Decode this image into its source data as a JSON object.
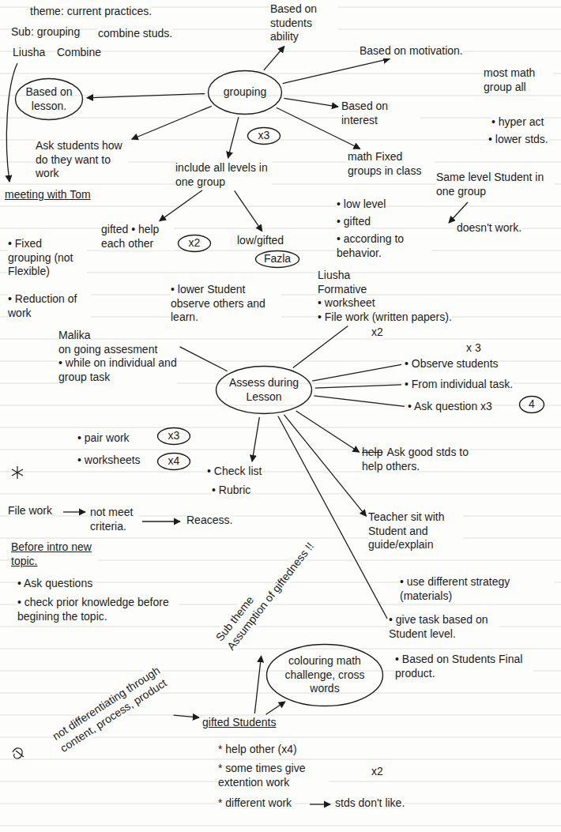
{
  "diagram": {
    "title": "theme: current practices.",
    "nodes": [
      {
        "text": [
          "grouping"
        ]
      },
      {
        "text": [
          "Based on students ability"
        ]
      },
      {
        "text": [
          "Based on motivation."
        ]
      },
      {
        "text": [
          "Based on interest"
        ]
      },
      {
        "text": [
          "math Fixed groups in class"
        ]
      },
      {
        "text": [
          "include all levels in one group"
        ]
      },
      {
        "text": [
          "Ask students how do they want to work"
        ]
      },
      {
        "text": [
          "Based on lesson."
        ]
      },
      {
        "text": [
          "x3"
        ]
      },
      {
        "text": [
          "gifted • help each other"
        ]
      },
      {
        "text": [
          "x2"
        ]
      },
      {
        "text": [
          "low/gifted"
        ]
      },
      {
        "text": [
          "Fazla"
        ]
      },
      {
        "text": [
          "Assess during Lesson"
        ]
      },
      {
        "text": [
          "Liusha",
          "Formative",
          "• worksheet",
          "• File work (written papers)."
        ]
      },
      {
        "text": [
          "• Observe students"
        ]
      },
      {
        "text": [
          "• From individual task."
        ]
      },
      {
        "text": [
          "• Ask question x3"
        ]
      },
      {
        "text": [
          "4"
        ]
      },
      {
        "text": [
          "help",
          "Ask good stds to help others."
        ]
      },
      {
        "text": [
          "Teacher sit with Student and guide/explain"
        ]
      },
      {
        "text": [
          "• give task based on Student level."
        ]
      },
      {
        "text": [
          "Malika",
          "on going assesment",
          "• while on individual and group task"
        ]
      },
      {
        "text": [
          "• Check list"
        ]
      },
      {
        "text": [
          "x3"
        ]
      },
      {
        "text": [
          "x4"
        ]
      },
      {
        "text": [
          "Sub theme",
          "Assumption of giftedness !!"
        ]
      },
      {
        "text": [
          "colouring math challenge, cross words"
        ]
      },
      {
        "text": [
          "gifted Students"
        ]
      },
      {
        "text": [
          "not differentiating through content, process, product"
        ]
      }
    ],
    "edges": [
      {
        "from": 0,
        "to": 1,
        "arrow": "to"
      },
      {
        "from": 0,
        "to": 2,
        "arrow": "to"
      },
      {
        "from": 0,
        "to": 3,
        "arrow": "to"
      },
      {
        "from": 0,
        "to": 4,
        "arrow": "to"
      },
      {
        "from": 0,
        "to": 5,
        "arrow": "to"
      },
      {
        "from": 0,
        "to": 6,
        "arrow": "to"
      },
      {
        "from": 0,
        "to": 7,
        "arrow": "to"
      },
      {
        "from": 5,
        "to": 9,
        "arrow": "to"
      },
      {
        "from": 5,
        "to": 11,
        "arrow": "to"
      },
      {
        "from": 13,
        "to": 14,
        "arrow": "none"
      },
      {
        "from": 13,
        "to": 15,
        "arrow": "none"
      },
      {
        "from": 13,
        "to": 16,
        "arrow": "none"
      },
      {
        "from": 13,
        "to": 17,
        "arrow": "none"
      },
      {
        "from": 13,
        "to": 19,
        "arrow": "to"
      },
      {
        "from": 13,
        "to": 20,
        "arrow": "to"
      },
      {
        "from": 13,
        "to": 21,
        "arrow": "none"
      },
      {
        "from": 13,
        "to": 22,
        "arrow": "none"
      },
      {
        "from": 13,
        "to": 23,
        "arrow": "to"
      },
      {
        "from": 28,
        "to": 26,
        "arrow": "to"
      },
      {
        "from": 28,
        "to": 27,
        "arrow": "to"
      },
      {
        "from": 29,
        "to": 28,
        "arrow": "to"
      }
    ],
    "labels": [
      "Sub: grouping",
      "combine studs.",
      "Liusha",
      "Combine",
      "most math group all",
      "• hyper act",
      "• lower stds.",
      "• low level",
      "• gifted",
      "• according to behavior.",
      "Same level Student in one group",
      "doesn't work.",
      "meeting with Tom",
      "• Fixed grouping (not Flexible)",
      "• Reduction of work",
      "• lower Student observe others and learn.",
      "x2",
      "x 3",
      "• pair work",
      "• worksheets",
      "• Rubric",
      "File work",
      "not meet criteria.",
      "Reacess.",
      "Before intro new topic.",
      "• Ask questions",
      "• check prior knowledge before begining the topic.",
      "• use different strategy (materials)",
      "• Based on Students Final product.",
      "* help other (x4)",
      "* some times give extention work",
      "x2",
      "* different work",
      "stds don't like."
    ]
  }
}
